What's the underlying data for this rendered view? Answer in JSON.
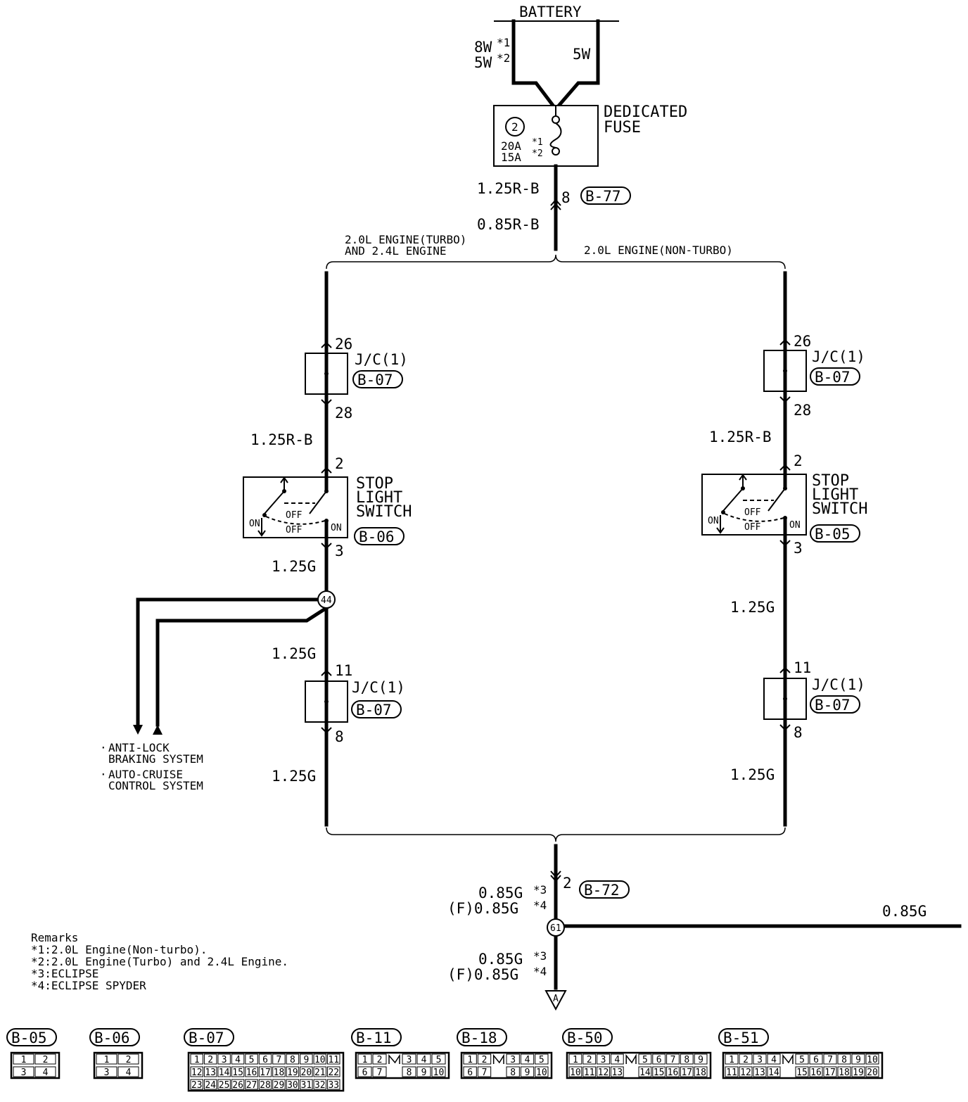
{
  "battery": {
    "label": "BATTERY",
    "left_wire": "8W",
    "left_wire_alt": "5W",
    "left_note1": "*1",
    "left_note2": "*2",
    "right_wire": "5W"
  },
  "fuse": {
    "title1": "DEDICATED",
    "title2": "FUSE",
    "number": "2",
    "rating1": "20A",
    "rating2": "15A",
    "note1": "*1",
    "note2": "*2"
  },
  "upper": {
    "wire_top": "1.25R-B",
    "wire_bottom": "0.85R-B",
    "pin": "8",
    "connector": "B-77"
  },
  "branch_left": {
    "line1": "2.0L ENGINE(TURBO)",
    "line2": "AND 2.4L ENGINE"
  },
  "branch_right": {
    "label": "2.0L ENGINE(NON-TURBO)"
  },
  "left": {
    "jc1": {
      "name": "J/C(1)",
      "connector": "B-07",
      "pin_in": "26",
      "pin_out": "28"
    },
    "wire1": "1.25R-B",
    "switch": {
      "line1": "STOP",
      "line2": "LIGHT",
      "line3": "SWITCH",
      "connector": "B-06",
      "pin_in": "2",
      "pin_out": "3",
      "on": "ON",
      "off": "OFF"
    },
    "wire2": "1.25G",
    "splice": "44",
    "wire3": "1.25G",
    "jc2": {
      "name": "J/C(1)",
      "connector": "B-07",
      "pin_in": "11",
      "pin_out": "8"
    },
    "wire4": "1.25G"
  },
  "right": {
    "jc1": {
      "name": "J/C(1)",
      "connector": "B-07",
      "pin_in": "26",
      "pin_out": "28"
    },
    "wire1": "1.25R-B",
    "switch": {
      "line1": "STOP",
      "line2": "LIGHT",
      "line3": "SWITCH",
      "connector": "B-05",
      "pin_in": "2",
      "pin_out": "3",
      "on": "ON",
      "off": "OFF"
    },
    "wire2": "1.25G",
    "jc2": {
      "name": "J/C(1)",
      "connector": "B-07",
      "pin_in": "11",
      "pin_out": "8"
    },
    "wire3": "1.25G"
  },
  "systems": {
    "abs1": "ANTI-LOCK",
    "abs2": "BRAKING SYSTEM",
    "acc1": "AUTO-CRUISE",
    "acc2": "CONTROL SYSTEM"
  },
  "lower": {
    "wire_a": "0.85G",
    "wire_a_note": "*3",
    "wire_b": "(F)0.85G",
    "wire_b_note": "*4",
    "pin": "2",
    "connector": "B-72",
    "splice": "61",
    "branch_wire": "0.85G",
    "wire_c": "0.85G",
    "wire_c_note": "*3",
    "wire_d": "(F)0.85G",
    "wire_d_note": "*4",
    "ground": "A"
  },
  "remarks": {
    "title": "Remarks",
    "r1": "*1:2.0L Engine(Non-turbo).",
    "r2": "*2:2.0L Engine(Turbo) and 2.4L Engine.",
    "r3": "*3:ECLIPSE",
    "r4": "*4:ECLIPSE SPYDER"
  },
  "connectors": [
    {
      "id": "B-05",
      "pins": [
        "1",
        "2",
        "3",
        "4"
      ]
    },
    {
      "id": "B-06",
      "pins": [
        "1",
        "2",
        "3",
        "4"
      ]
    },
    {
      "id": "B-07",
      "pins": [
        "1",
        "2",
        "3",
        "4",
        "5",
        "6",
        "7",
        "8",
        "9",
        "10",
        "11",
        "12",
        "13",
        "14",
        "15",
        "16",
        "17",
        "18",
        "19",
        "20",
        "21",
        "22",
        "23",
        "24",
        "25",
        "26",
        "27",
        "28",
        "29",
        "30",
        "31",
        "32",
        "33"
      ]
    },
    {
      "id": "B-11",
      "pins": [
        "1",
        "2",
        "3",
        "4",
        "5",
        "6",
        "7",
        "8",
        "9",
        "10"
      ]
    },
    {
      "id": "B-18",
      "pins": [
        "1",
        "2",
        "3",
        "4",
        "5",
        "6",
        "7",
        "8",
        "9",
        "10"
      ]
    },
    {
      "id": "B-50",
      "pins": [
        "1",
        "2",
        "3",
        "4",
        "5",
        "6",
        "7",
        "8",
        "9",
        "10",
        "11",
        "12",
        "13",
        "14",
        "15",
        "16",
        "17",
        "18"
      ]
    },
    {
      "id": "B-51",
      "pins": [
        "1",
        "2",
        "3",
        "4",
        "5",
        "6",
        "7",
        "8",
        "9",
        "10",
        "11",
        "12",
        "13",
        "14",
        "15",
        "16",
        "17",
        "18",
        "19",
        "20"
      ]
    }
  ]
}
